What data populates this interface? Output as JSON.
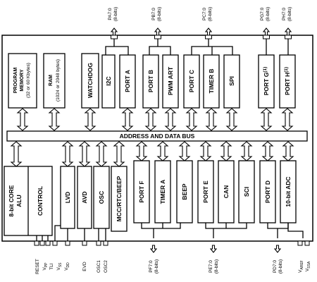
{
  "blocks": {
    "program_memory": {
      "line1": "PROGRAM",
      "line2": "MEMORY",
      "line3": "(32 or 60 Kbytes)"
    },
    "ram": {
      "line1": "RAM",
      "line2": "(1024 or 2048 bytes)"
    },
    "watchdog": "WATCHDOG",
    "i2c": "I2C",
    "port_a": "PORT A",
    "port_b": "PORT B",
    "pwm_art": "PWM ART",
    "port_c": "PORT C",
    "timer_b": "TIMER B",
    "spi": "SPI",
    "port_g": {
      "label": "PORT G",
      "sup": "(1)"
    },
    "port_h": {
      "label": "PORT H",
      "sup": "(1)"
    },
    "bus": "ADDRESS AND DATA BUS",
    "core_alu": {
      "line1": "8-bit CORE",
      "line2": "ALU"
    },
    "control": "CONTROL",
    "lvd": "LVD",
    "avd": "AVD",
    "osc": "OSC",
    "mcc": "MCC/RTC/BEEP",
    "port_f": "PORT F",
    "timer_a": "TIMER A",
    "beep": "BEEP",
    "port_e": "PORT E",
    "can": "CAN",
    "sci": "SCI",
    "port_d": "PORT D",
    "adc": "10-bit ADC"
  },
  "top_ports": {
    "pa": {
      "name": "PA7:0",
      "bits": "(8-bits)"
    },
    "pb": {
      "name": "PB7:0",
      "bits": "(8-bits)"
    },
    "pc": {
      "name": "PC7:0",
      "bits": "(8-bits)"
    },
    "pg": {
      "name": "PG7:0",
      "bits": "(8-bits)"
    },
    "ph": {
      "name": "PH7:0",
      "bits": "(8-bits)"
    }
  },
  "bottom_ports": {
    "pf": {
      "name": "PF7:0",
      "bits": "(8-bits)"
    },
    "pe": {
      "name": "PE7:0",
      "bits": "(8-bits)"
    },
    "pd": {
      "name": "PD7:0",
      "bits": "(8-bits)"
    }
  },
  "pins": {
    "reset": "RESET",
    "vpp": "V",
    "vpp_sub": "PP",
    "tli": "TLI",
    "vss": "V",
    "vss_sub": "SS",
    "vdd": "V",
    "vdd_sub": "DD",
    "evd": "EVD",
    "osc1": "OSC1",
    "osc2": "OSC2",
    "varef": "V",
    "varef_sub": "AREF",
    "vssa": "V",
    "vssa_sub": "SSA"
  }
}
